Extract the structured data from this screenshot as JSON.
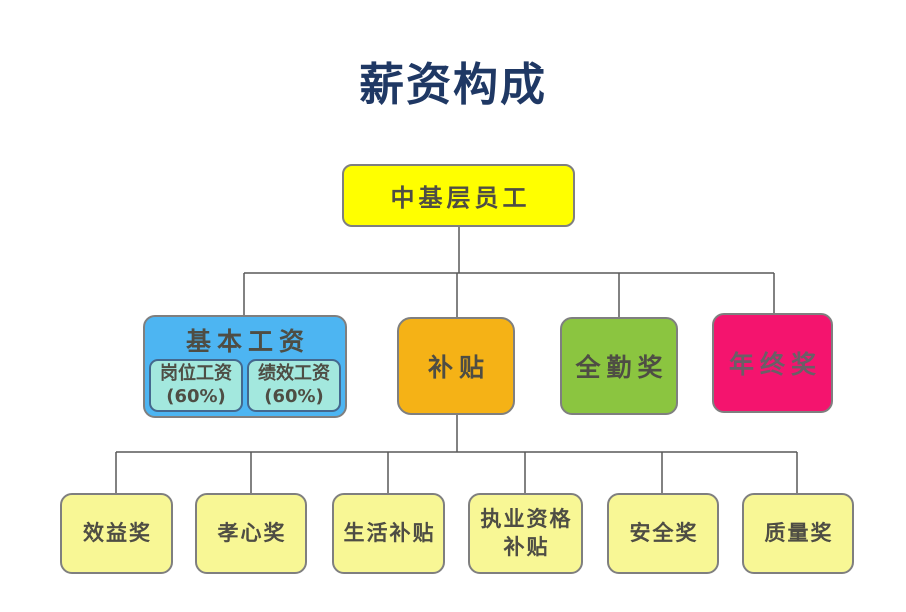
{
  "title": {
    "text": "薪资构成"
  },
  "colors": {
    "title": "#1F3864",
    "line": "#595959",
    "node_border": "#7F7F7F",
    "text": "#4E4D44",
    "root_bg": "#FFFF00",
    "basic_bg": "#4DB5F2",
    "sub_bg": "#A3E8DE",
    "sub_border": "#44688E",
    "subsidy_bg": "#F5B216",
    "attendance_bg": "#8BC540",
    "yearend_bg": "#F4146E",
    "yearend_text": "#6A5F66",
    "leaf_bg": "#F8F795"
  },
  "root": {
    "label": "中基层员工"
  },
  "level2": {
    "basic": {
      "label": "基本工资",
      "children": [
        {
          "label": "岗位工资",
          "pct": "(60%)"
        },
        {
          "label": "绩效工资",
          "pct": "(60%)"
        }
      ]
    },
    "subsidy": {
      "label": "补贴"
    },
    "attendance": {
      "label": "全勤奖"
    },
    "yearend": {
      "label": "年终奖"
    }
  },
  "level3": [
    {
      "label": "效益奖"
    },
    {
      "label": "孝心奖"
    },
    {
      "label": "生活补贴"
    },
    {
      "label": "执业资格补贴"
    },
    {
      "label": "安全奖"
    },
    {
      "label": "质量奖"
    }
  ]
}
